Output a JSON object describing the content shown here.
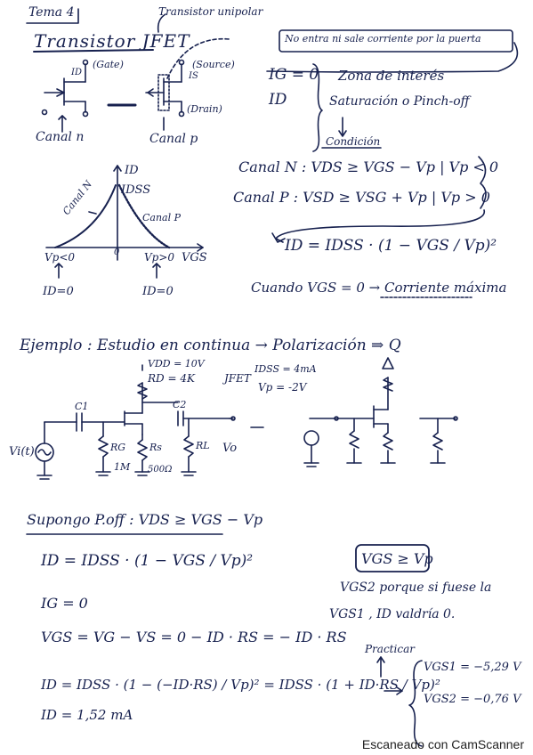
{
  "page": {
    "tema": "Tema 4",
    "title": "Transistor JFET",
    "unipolar_note": "Transistor unipolar",
    "gate_note": "No entra ni sale corriente por la puerta",
    "gate_label": "(Gate)",
    "source_label": "(Source)",
    "drain_label": "(Drain)",
    "id_label": "ID",
    "is_label": "IS",
    "canal_n": "Canal n",
    "canal_p": "Canal p",
    "ig_eq": "IG = 0",
    "id_sym": "ID",
    "zona_1": "Zona de interés",
    "zona_2": "Saturación o Pinch-off",
    "condicion": "Condición",
    "cond_n": "Canal N :  VDS ≥ VGS − Vp  | Vp < 0",
    "cond_p": "Canal P :  VSD ≥ VSG + Vp  | Vp > 0",
    "id_formula": "ID = IDSS · (1 − VGS / Vp)²",
    "max_note": "Cuando VGS = 0 → Corriente máxima",
    "graph_id": "ID",
    "graph_idss": "IDSS",
    "graph_canal_n": "Canal N",
    "graph_canal_p": "Canal P",
    "graph_vgs": "VGS",
    "graph_vp_neg": "Vp<0",
    "graph_zero": "0",
    "graph_vp_pos": "Vp>0",
    "graph_id0_left": "ID=0",
    "graph_id0_right": "ID=0",
    "ejemplo": "Ejemplo : Estudio en continua → Polarización ⇒ Q",
    "vdd": "VDD = 10V",
    "rd": "RD = 4K",
    "jfet_params_label": "JFET",
    "idss_val": "IDSS = 4mA",
    "vp_val": "Vp = -2V",
    "c1": "C1",
    "c2": "C2",
    "vi": "Vi(t)",
    "rg": "RG",
    "rg_val": "1M",
    "rs": "Rs",
    "rs_val": "500Ω",
    "rl": "RL",
    "vo": "Vo",
    "supongo": "Supongo P.off : VDS ≥ VGS − Vp",
    "eq_id": "ID = IDSS · (1 − VGS / Vp)²",
    "eq_ig": "IG = 0",
    "eq_vgs": "VGS = VG − VS = 0 − ID · RS = − ID · RS",
    "eq_long": "ID = IDSS · (1 − (−ID·RS) / Vp)² = IDSS · (1 + ID·RS / Vp)²",
    "practicar": "Practicar",
    "result_id": "ID = 1,52 mA",
    "box_cond": "VGS ≥ Vp",
    "note_1": "VGS2 porque si fuese la",
    "note_2": "VGS1 , ID valdría 0.",
    "vgs1": "VGS1 = −5,29 V",
    "vgs2": "VGS2 = −0,76 V"
  },
  "footer": "Escaneado con CamScanner",
  "colors": {
    "ink": "#17214f",
    "paper": "#ffffff"
  }
}
